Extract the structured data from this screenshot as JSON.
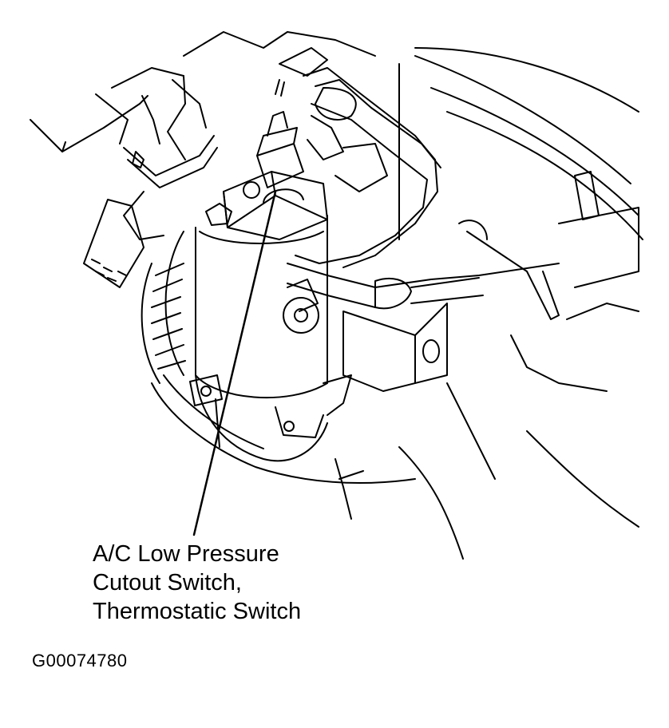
{
  "callout": {
    "lines": [
      "A/C Low Pressure",
      "Cutout Switch,",
      "Thermostatic Switch"
    ]
  },
  "figure_id": "G00074780",
  "colors": {
    "ink": "#000000",
    "paper": "#ffffff"
  }
}
